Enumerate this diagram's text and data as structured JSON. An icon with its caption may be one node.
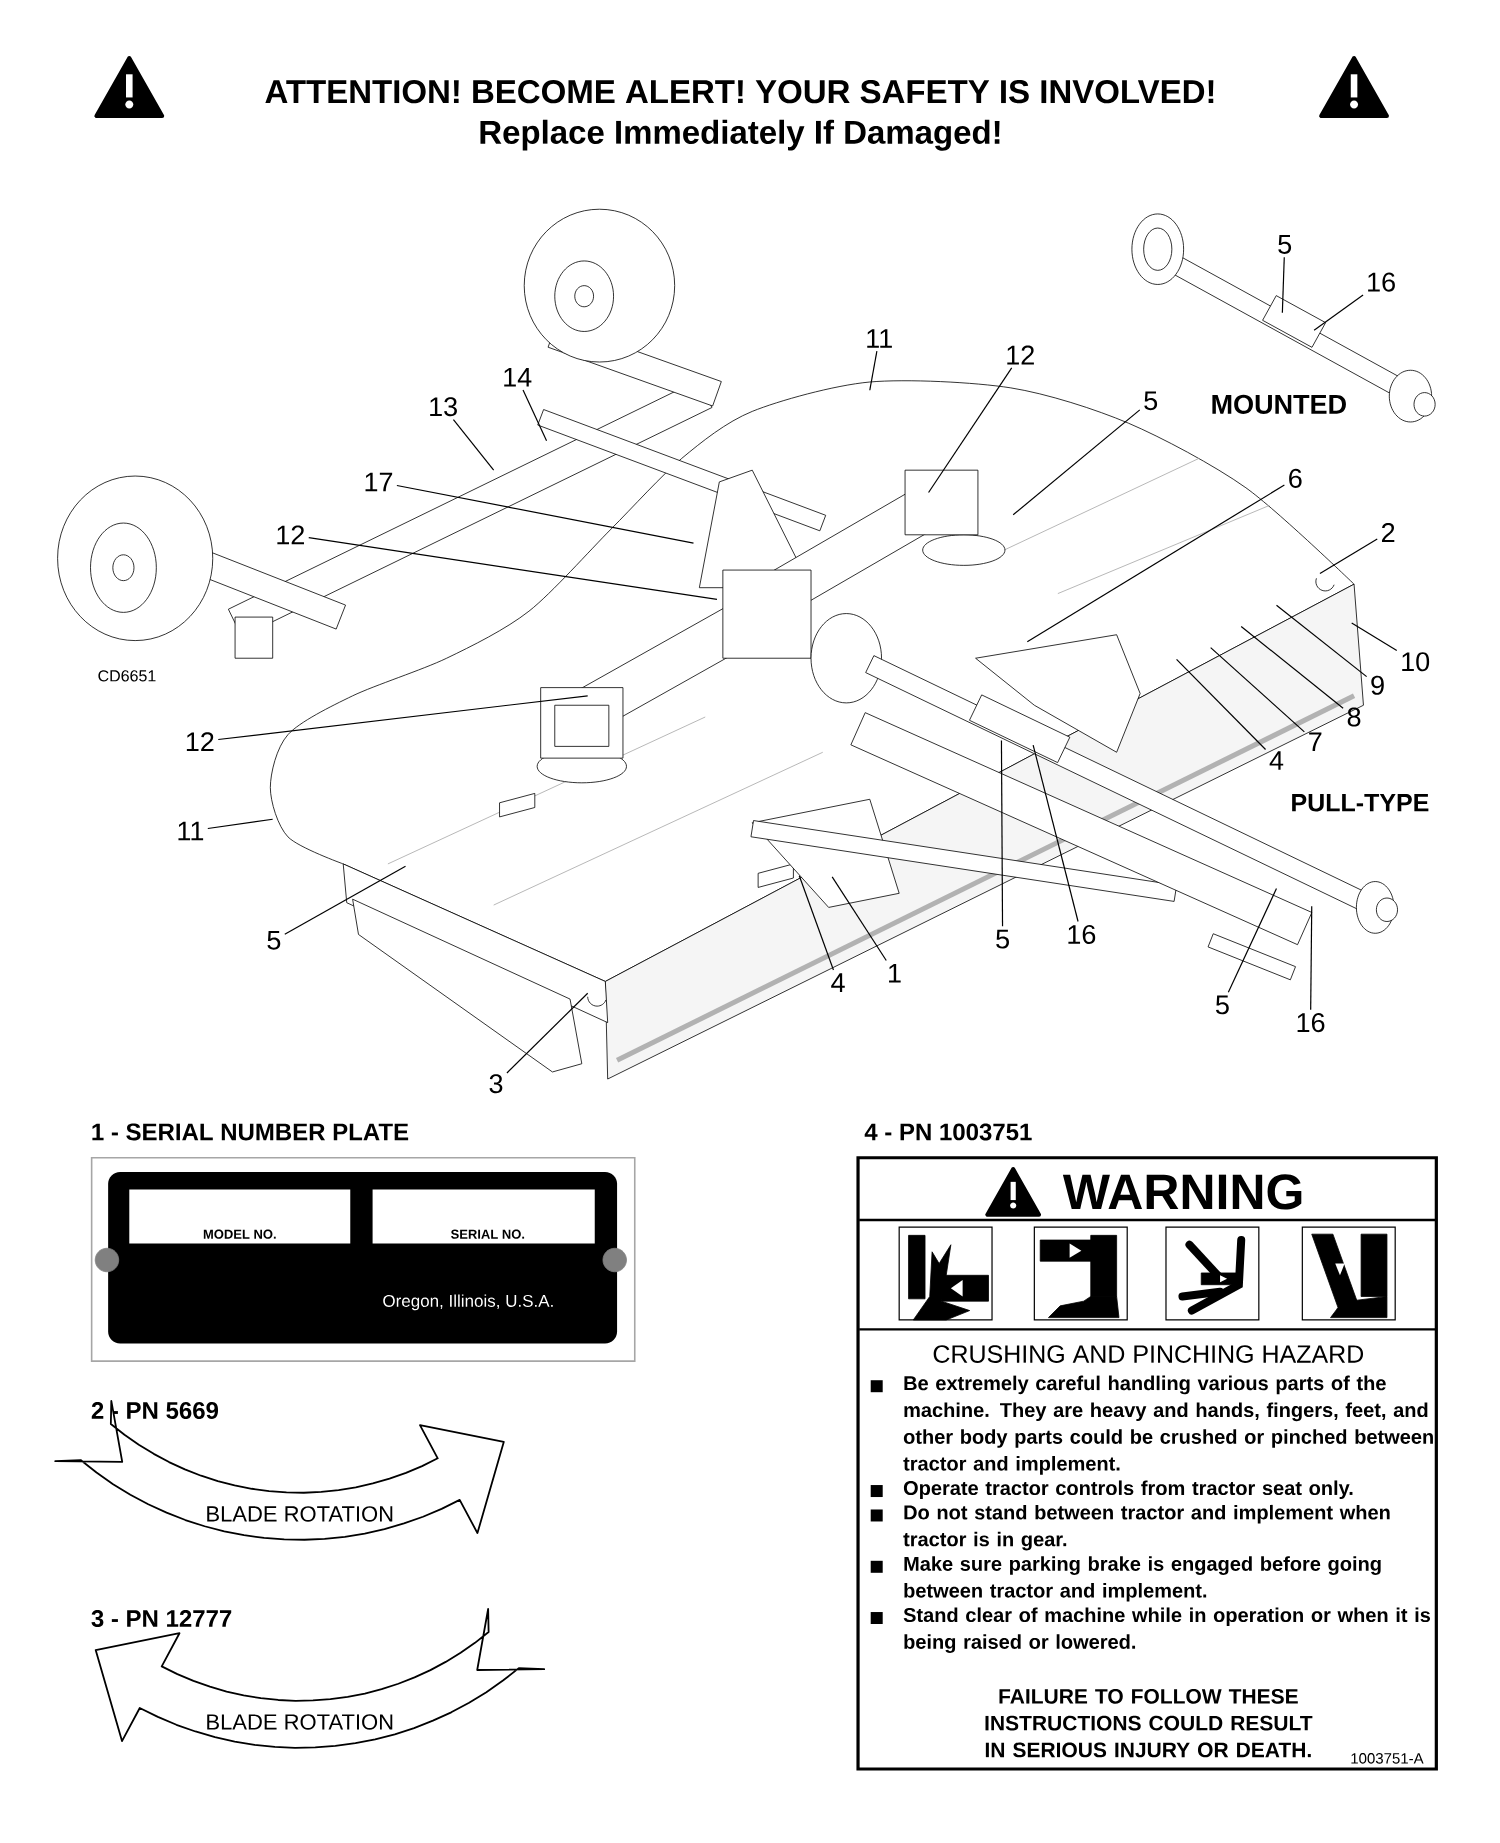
{
  "diagram": {
    "title": "ATTENTION! BECOME ALERT! YOUR SAFETY IS INVOLVED!",
    "nodes": [
      {
        "text": [
          "11"
        ]
      },
      {
        "text": [
          "12"
        ]
      },
      {
        "text": [
          "5"
        ]
      },
      {
        "text": [
          "14"
        ]
      },
      {
        "text": [
          "13"
        ]
      },
      {
        "text": [
          "17"
        ]
      },
      {
        "text": [
          "12"
        ]
      },
      {
        "text": [
          "6"
        ]
      },
      {
        "text": [
          "2"
        ]
      },
      {
        "text": [
          "10"
        ]
      },
      {
        "text": [
          "9"
        ]
      },
      {
        "text": [
          "8"
        ]
      },
      {
        "text": [
          "7"
        ]
      },
      {
        "text": [
          "4"
        ]
      },
      {
        "text": [
          "12"
        ]
      },
      {
        "text": [
          "11"
        ]
      },
      {
        "text": [
          "5"
        ]
      },
      {
        "text": [
          "3"
        ]
      },
      {
        "text": [
          "4"
        ]
      },
      {
        "text": [
          "1"
        ]
      },
      {
        "text": [
          "5"
        ]
      },
      {
        "text": [
          "16"
        ]
      },
      {
        "text": [
          "5"
        ]
      },
      {
        "text": [
          "16"
        ]
      },
      {
        "text": [
          "5"
        ]
      },
      {
        "text": [
          "16"
        ]
      },
      {
        "text": [
          "1 - SERIAL NUMBER PLATE",
          "MODEL NO.",
          "SERIAL NO.",
          "Oregon, Illinois, U.S.A."
        ]
      },
      {
        "text": [
          "2 - PN 5669",
          "BLADE ROTATION"
        ]
      },
      {
        "text": [
          "3 - PN 12777",
          "BLADE ROTATION"
        ]
      },
      {
        "text": [
          "4 - PN 1003751",
          "WARNING",
          "CRUSHING AND PINCHING HAZARD",
          "Be extremely careful handling various parts of the machine. They are heavy and hands, fingers, feet, and other body parts could be crushed or pinched between tractor and implement.",
          "Operate tractor controls from tractor seat only.",
          "Do not stand between tractor and implement when tractor is in gear.",
          "Make sure parking brake is engaged before going between tractor and implement.",
          "Stand clear of machine while in operation or when it is being raised or lowered.",
          "FAILURE TO FOLLOW THESE INSTRUCTIONS COULD RESULT IN SERIOUS INJURY OR DEATH.",
          "1003751-A"
        ]
      }
    ],
    "edges": [
      {
        "from": 0,
        "to": null,
        "arrow": "none"
      },
      {
        "from": 1,
        "to": null,
        "arrow": "none"
      },
      {
        "from": 2,
        "to": null,
        "arrow": "none"
      },
      {
        "from": 3,
        "to": null,
        "arrow": "none"
      },
      {
        "from": 4,
        "to": null,
        "arrow": "none"
      },
      {
        "from": 5,
        "to": null,
        "arrow": "none"
      },
      {
        "from": 6,
        "to": null,
        "arrow": "none"
      },
      {
        "from": 7,
        "to": null,
        "arrow": "none"
      },
      {
        "from": 8,
        "to": null,
        "arrow": "none"
      },
      {
        "from": 9,
        "to": null,
        "arrow": "none"
      },
      {
        "from": 10,
        "to": null,
        "arrow": "none"
      },
      {
        "from": 11,
        "to": null,
        "arrow": "none"
      },
      {
        "from": 12,
        "to": null,
        "arrow": "none"
      },
      {
        "from": 13,
        "to": null,
        "arrow": "none"
      },
      {
        "from": 14,
        "to": null,
        "arrow": "none"
      },
      {
        "from": 15,
        "to": null,
        "arrow": "none"
      },
      {
        "from": 16,
        "to": null,
        "arrow": "none"
      },
      {
        "from": 17,
        "to": null,
        "arrow": "none"
      },
      {
        "from": 18,
        "to": null,
        "arrow": "none"
      },
      {
        "from": 19,
        "to": null,
        "arrow": "none"
      },
      {
        "from": 20,
        "to": null,
        "arrow": "none"
      },
      {
        "from": 21,
        "to": null,
        "arrow": "none"
      },
      {
        "from": 22,
        "to": null,
        "arrow": "none"
      },
      {
        "from": 23,
        "to": null,
        "arrow": "none"
      },
      {
        "from": 24,
        "to": null,
        "arrow": "none"
      },
      {
        "from": 25,
        "to": null,
        "arrow": "none"
      }
    ],
    "labels": [
      "Replace Immediately If Damaged!",
      "MOUNTED",
      "CD6651",
      "PULL-TYPE"
    ]
  }
}
